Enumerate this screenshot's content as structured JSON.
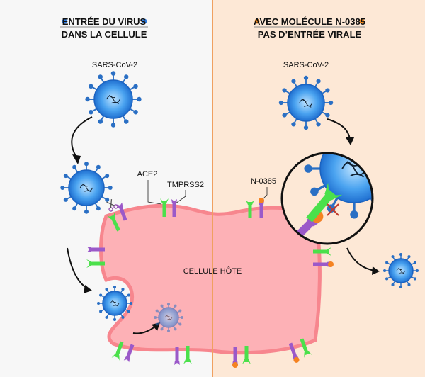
{
  "left_panel": {
    "title_line1": "ENTRÉE DU VIRUS",
    "title_line2": "DANS LA CELLULE",
    "bullet_color": "#2f7de1",
    "virus_label": "SARS-CoV-2",
    "ace2_label": "ACE2",
    "tmprss2_label": "TMPRSS2"
  },
  "right_panel": {
    "title_line1": "AVEC MOLÉCULE N-0385",
    "title_line2": "PAS D’ENTRÉE VIRALE",
    "bullet_color": "#f28a1e",
    "virus_label": "SARS-CoV-2",
    "molecule_label": "N-0385"
  },
  "cell_label": "CELLULE HÔTE",
  "colors": {
    "left_bg": "#f7f7f7",
    "right_bg": "#fde8d6",
    "divider": "#f0a060",
    "cell_fill": "#fdb1b6",
    "cell_border": "#f7868e",
    "ace2": "#4be04b",
    "tmprss2": "#9b59c9",
    "n0385": "#f58220",
    "virus": "#2f86e8"
  }
}
